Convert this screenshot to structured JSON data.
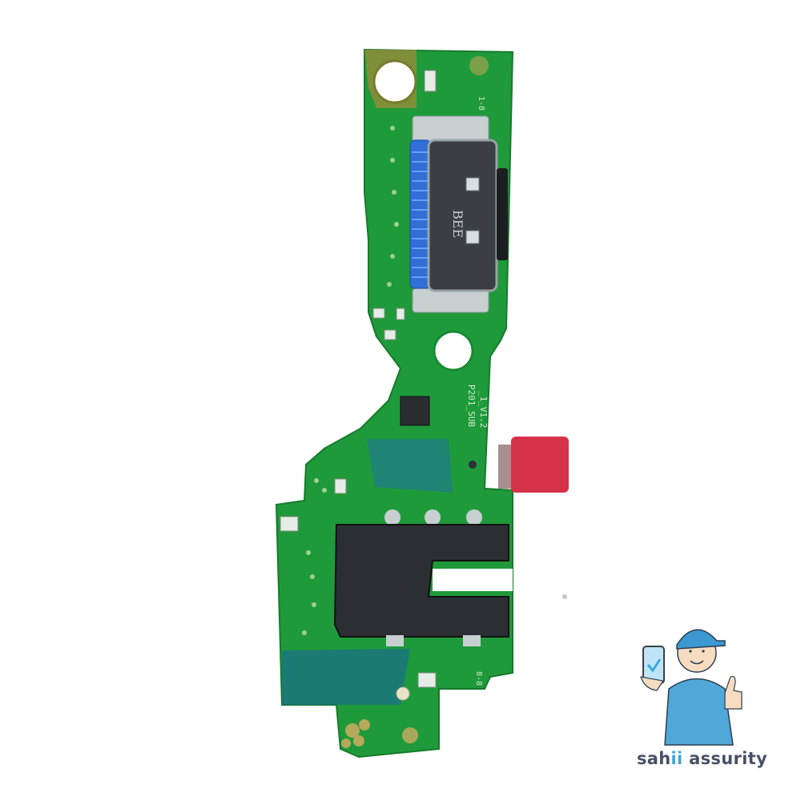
{
  "image": {
    "subject": "Charging port PCB board with USB Type-C connector and 3.5mm audio jack",
    "background_color": "#ffffff"
  },
  "pcb": {
    "board_color": "#1f9a3a",
    "silkscreen_labels": {
      "usb_connector_marking": "BEE",
      "board_revision": "P201_SUB_1_V1.2",
      "top_label": "1-8",
      "bottom_label": "8-8"
    },
    "components": {
      "usb_c_port": "USB Type-C charging connector",
      "audio_jack": "3.5mm headphone jack",
      "flex_tab_color": "#d6334a"
    }
  },
  "brand": {
    "name_part1": "sah",
    "name_accent": "ii",
    "name_part2": " assurity",
    "text_color": "#4a4f66",
    "accent_color": "#3aa7dc",
    "mascot": "service technician in blue cap holding phone with checkmark and giving thumbs up"
  }
}
